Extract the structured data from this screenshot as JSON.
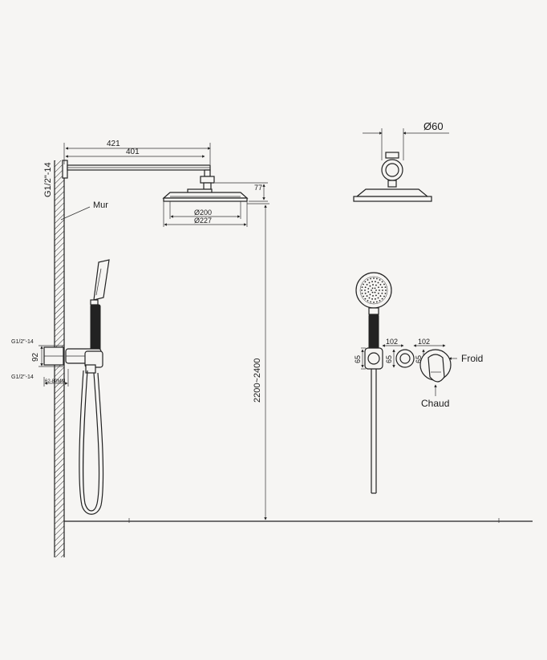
{
  "labels": {
    "wall": "Mur",
    "cold": "Froid",
    "hot": "Chaud"
  },
  "dimensions": {
    "arm_total": "421",
    "arm_inner": "401",
    "inlet_thread_top": "G1/2\"-14",
    "head_drop": "77",
    "head_inner_dia": "Ø200",
    "head_outer_dia": "Ø227",
    "flange_dia": "Ø60",
    "mount_height": "2200~2400",
    "hand_thread_top": "G1/2\"-14",
    "hand_spacing": "92",
    "hand_thread_bottom": "G1/2\"-14",
    "hand_depth": "62-80MM",
    "plate_65_a": "65",
    "plate_65_b": "65",
    "plate_65_c": "65",
    "plate_102_a": "102",
    "plate_102_b": "102"
  }
}
